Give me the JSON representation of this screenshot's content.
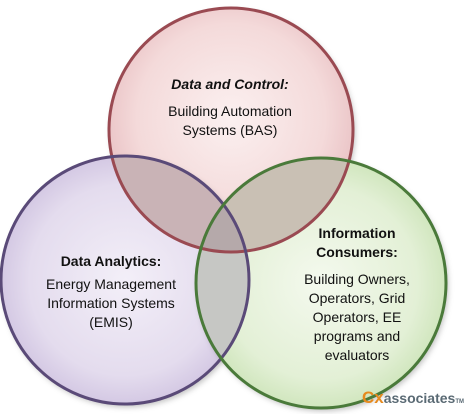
{
  "colors": {
    "top_fill": "#f6dede",
    "top_stroke": "#9a4a52",
    "left_fill": "#e6def0",
    "left_stroke": "#5a4a78",
    "right_fill": "#e6f2da",
    "right_stroke": "#4a7a3a",
    "overlap_fill": "#c4b8b8",
    "logo_accent": "#e68a1e",
    "logo_text": "#5a6a74"
  },
  "circles": {
    "top": {
      "heading": "Data and Control:",
      "body": "Building Automation\nSystems (BAS)"
    },
    "left": {
      "heading": "Data Analytics:",
      "body": "Energy Management\nInformation Systems\n(EMIS)"
    },
    "right": {
      "heading": "Information\nConsumers:",
      "body": "Building Owners,\nOperators, Grid\nOperators, EE\nprograms and\nevaluators"
    }
  },
  "logo": {
    "cx": "Cx",
    "rest": "associates",
    "tm": "TM"
  }
}
